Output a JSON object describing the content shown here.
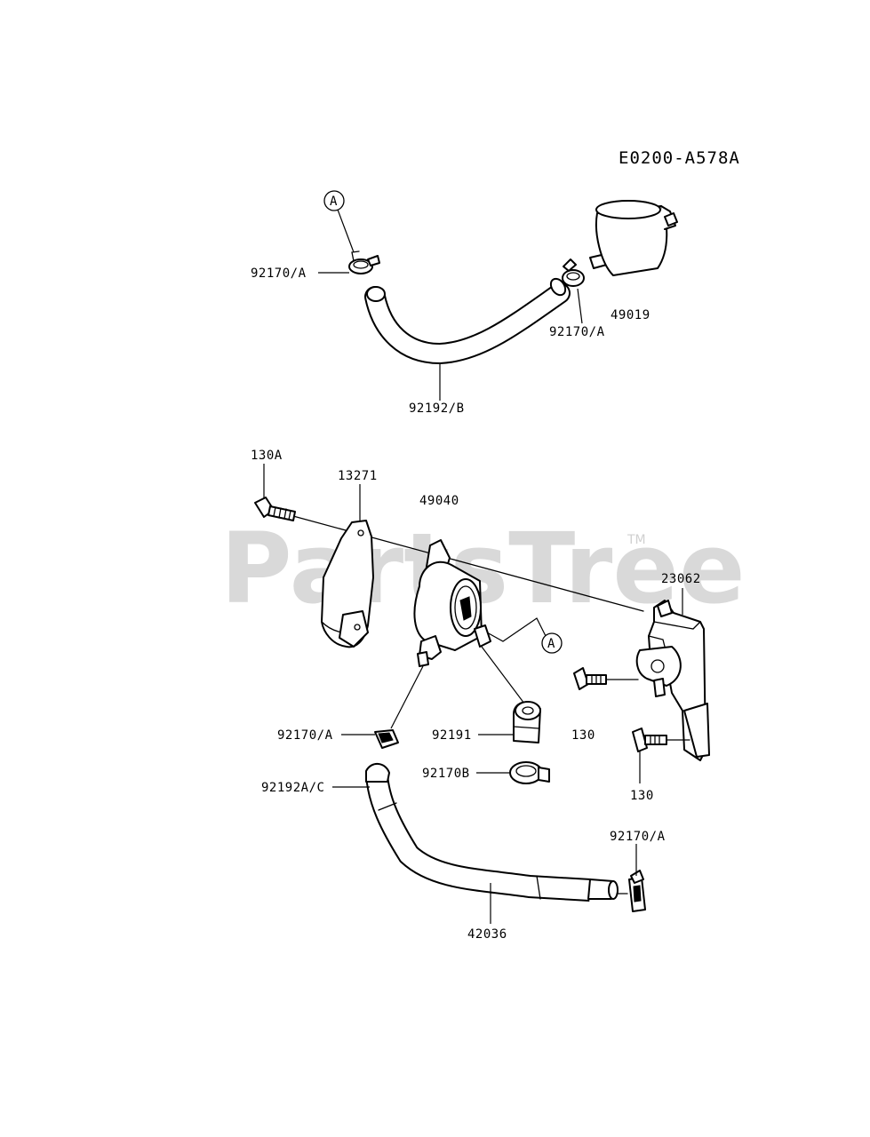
{
  "diagram_code": "E0200-A578A",
  "watermark": {
    "text": "PartsTree",
    "trademark": "TM"
  },
  "ref_marker": "A",
  "labels": {
    "clamp_top_left": "92170/A",
    "clamp_top_right": "92170/A",
    "fuel_filter": "49019",
    "hose_top": "92192/B",
    "bolt_130a": "130A",
    "bracket_13271": "13271",
    "fuel_pump": "49040",
    "bracket_23062": "23062",
    "bolt_130_left": "130",
    "bolt_130_bottom": "130",
    "clamp_mid_left": "92170/A",
    "elbow_fitting": "92191",
    "clamp_92170b": "92170B",
    "hose_92192ac": "92192A/C",
    "clamp_bottom_right": "92170/A",
    "hose_42036": "42036"
  }
}
